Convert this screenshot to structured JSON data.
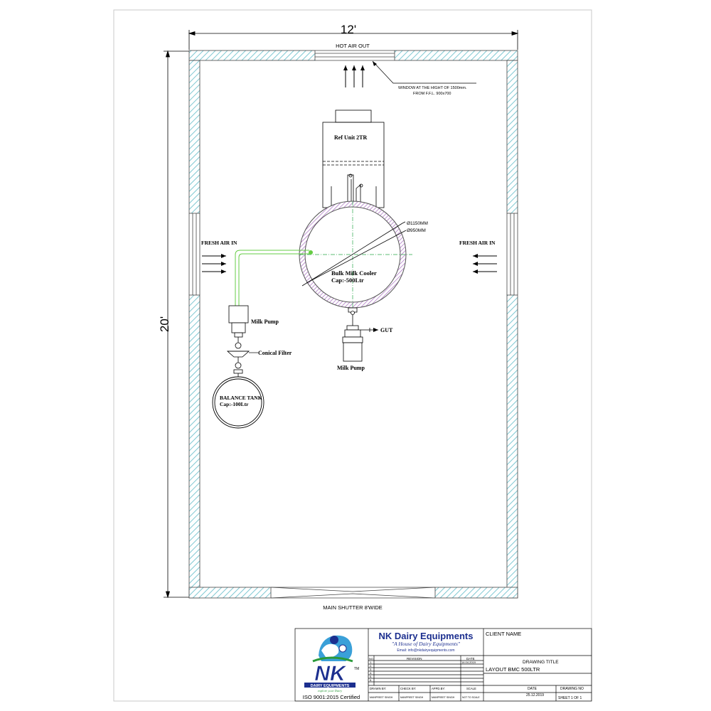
{
  "dimensions": {
    "width_label": "12'",
    "height_label": "20'"
  },
  "labels": {
    "hot_air_out": "HOT AIR OUT",
    "window_note_line1": "WINDOW AT THE HIGHT OF 1500mm.",
    "window_note_line2": "FROM F.F.L. 900x700",
    "ref_unit": "Ref Unit 2TR",
    "dia_outer": "Ø1150MM",
    "dia_inner": "Ø950MM",
    "fresh_air_left": "FRESH AIR IN",
    "fresh_air_right": "FRESH AIR IN",
    "bmc_line1": "Bulk Milk Cooler",
    "bmc_line2": "Cap:-500Ltr",
    "milk_pump_left": "Milk Pump",
    "conical_filter": "Conical Filter",
    "balance_tank_line1": "BALANCE TANK",
    "balance_tank_line2": "Cap:-100Ltr",
    "gut": "GUT",
    "milk_pump_bottom": "Milk Pump",
    "main_shutter": "MAIN  SHUTTER  8'WIDE"
  },
  "title_block": {
    "company": "NK Dairy Equipments",
    "tagline": "\"A House of Dairy Equipments\"",
    "email": "Email: info@nkdairyequipments.com",
    "logo_text": "NK",
    "logo_tm": "TM",
    "logo_sub": "DAIRY EQUIPMENTS",
    "logo_slogan": "explore your Dairy",
    "iso": "ISO 9001:2015 Certified",
    "client_name_label": "CLIENT NAME",
    "drawing_title_label": "DRAWING TITLE",
    "drawing_title": "LAYOUT  BMC  500LTR",
    "rev_headers": {
      "no": "NO.",
      "revision": "REVISION",
      "date": "DATE"
    },
    "rev_rows": [
      {
        "no": "1.",
        "date": "14.04.2019"
      },
      {
        "no": "2.",
        "date": ""
      },
      {
        "no": "3.",
        "date": ""
      },
      {
        "no": "4.",
        "date": ""
      },
      {
        "no": "5.",
        "date": ""
      },
      {
        "no": "6.",
        "date": ""
      }
    ],
    "drawn_by_label": "DRAWN BY:",
    "drawn_by": "MANPREET SINGH",
    "check_by_label": "CHECK BY:",
    "check_by": "MANPREET SINGH",
    "appd_by_label": "APPD.BY:",
    "appd_by": "MANPREET SINGH",
    "scale_label": "SCALE",
    "scale": "NOT TO SCALE",
    "date_label": "DATE",
    "date": "25.12.2019",
    "drawing_no_label": "DRAWING NO",
    "sheet": "SHEET 1 OF 1"
  },
  "colors": {
    "wall_hatch": "#7fc8d2",
    "pipe": "#66cc44",
    "tank_hatch": "#b07cc6",
    "brand_blue": "#1c2f8f"
  }
}
